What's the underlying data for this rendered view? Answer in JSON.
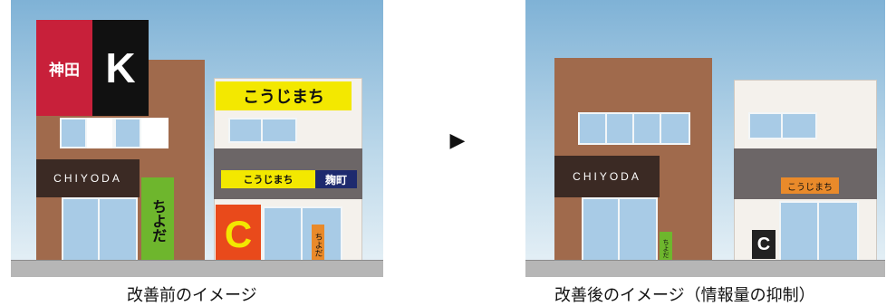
{
  "before": {
    "caption": "改善前のイメージ",
    "sign_red": "神田",
    "sign_black": "K",
    "band_brown": "CHIYODA",
    "green_vertical": "ちよだ",
    "yellow_top": "こうじまち",
    "yellow_small": "こうじまち",
    "navy_small": "麹町",
    "orange_big": "C",
    "orange_vertical": "ちよだ"
  },
  "arrow": "▶",
  "after": {
    "caption": "改善後のイメージ（情報量の抑制）",
    "band_brown": "CHIYODA",
    "orange_small": "こうじまち",
    "black_small": "C",
    "green_small": "ちよだ"
  },
  "colors": {
    "building_brown": "#a06a4c",
    "dark_brown": "#3b2a24",
    "red": "#c8203a",
    "green": "#6eb62d",
    "yellow": "#f3e800",
    "navy": "#1e2a6e",
    "orange": "#e94a1b",
    "gray_band": "#6c6667"
  }
}
